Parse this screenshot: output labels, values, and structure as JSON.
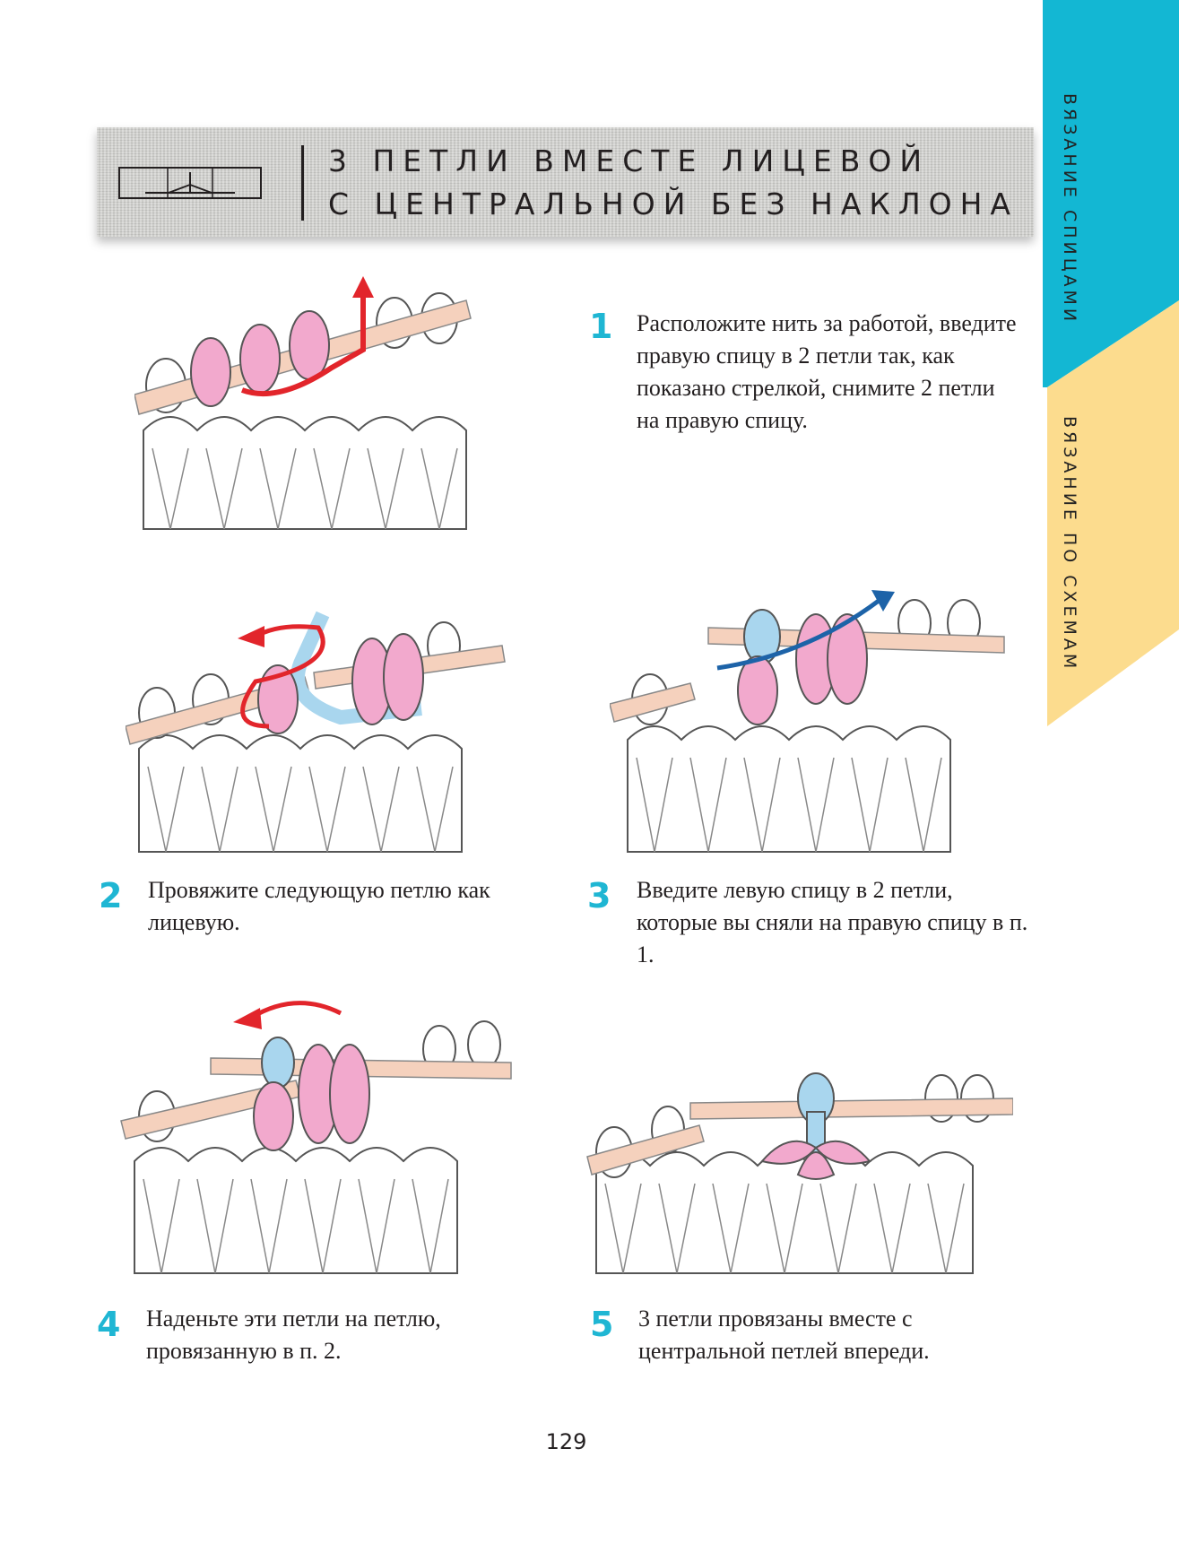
{
  "header": {
    "title_line1": "3 петли вместе лицевой",
    "title_line2": "с центральной без наклона"
  },
  "side_tabs": {
    "tab1": "Вязание спицами",
    "tab2": "Вязание по схемам",
    "tab1_color": "#13b7d3",
    "tab2_color": "#fcdc8e"
  },
  "steps": [
    {
      "number": "1",
      "text": "Расположите нить за работой, введите правую спицу в 2 петли так, как показано стрелкой, снимите 2 петли на правую спицу."
    },
    {
      "number": "2",
      "text": "Провяжите следующую петлю как лицевую."
    },
    {
      "number": "3",
      "text": "Введите левую спицу в 2 петли, которые вы сняли на правую спицу в п. 1."
    },
    {
      "number": "4",
      "text": "Наденьте эти петли на петлю, провязанную в п. 2."
    },
    {
      "number": "5",
      "text": "3 петли провязаны вместе с центральной петлей впереди."
    }
  ],
  "colors": {
    "step_number": "#1fb6d3",
    "loop_pink": "#f2a9cd",
    "loop_blue": "#a9d6ee",
    "needle": "#f5d1bd",
    "arrow_red": "#e2252b",
    "arrow_blue": "#1d63a8"
  },
  "page_number": "129"
}
